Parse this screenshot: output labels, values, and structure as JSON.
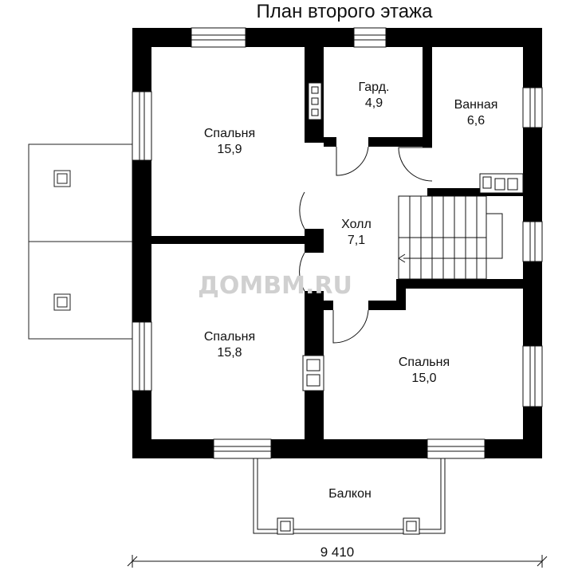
{
  "title": "План второго этажа",
  "watermark": "ДОМВМ.RU",
  "dimension": "9 410",
  "rooms": [
    {
      "name": "Спальня",
      "area": "15,9"
    },
    {
      "name": "Гард.",
      "area": "4,9"
    },
    {
      "name": "Ванная",
      "area": "6,6"
    },
    {
      "name": "Холл",
      "area": "7,1"
    },
    {
      "name": "Спальня",
      "area": "15,8"
    },
    {
      "name": "Спальня",
      "area": "15,0"
    }
  ],
  "balcony": "Балкон",
  "colors": {
    "wall": "#000000",
    "line": "#111111",
    "watermark": "#d0d0d0"
  }
}
